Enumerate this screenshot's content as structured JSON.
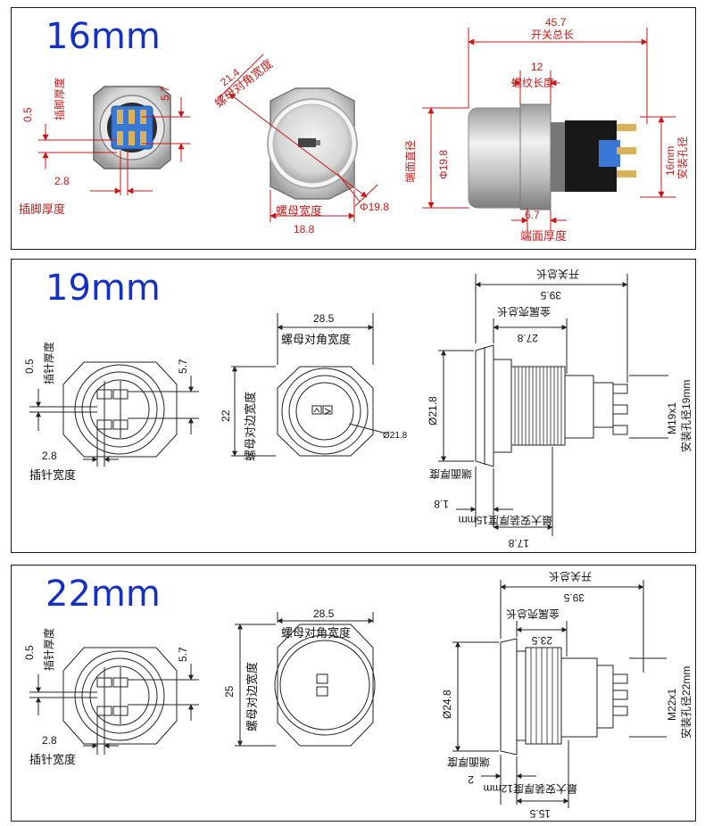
{
  "colors": {
    "title": "#1531c4",
    "dim_red": "#c81818",
    "dim_dark": "#222222",
    "terminal_blue": "#3a78d8",
    "gold": "#c49a3c"
  },
  "panels": {
    "p16": {
      "size_label": "16mm",
      "pin_thickness_value": "0.5",
      "pin_thickness_label": "插脚厚度",
      "pin_gap_value": "5.7",
      "pin_width_value": "2.8",
      "pin_width_label": "插脚厚度",
      "nut_diag_value": "21.4",
      "nut_diag_label": "螺母对角宽度",
      "nut_width_label": "螺母宽度",
      "nut_width_value": "18.8",
      "face_dia_value": "Φ19.8",
      "total_len_value": "45.7",
      "total_len_label": "开关总长",
      "thread_len_value": "12",
      "thread_len_label": "螺纹长度",
      "face_dia_label": "端面直径",
      "face_dia_side_value": "Φ19.8",
      "face_thick_value": "6.7",
      "face_thick_label": "端面厚度",
      "hole_value": "16mm",
      "hole_label": "安装孔径"
    },
    "p19": {
      "size_label": "19mm",
      "pin_thickness_value": "0.5",
      "pin_thickness_label": "插针厚度",
      "pin_gap_value": "5.7",
      "pin_width_value": "2.8",
      "pin_width_label": "插针宽度",
      "nut_diag_value": "28.5",
      "nut_diag_label": "螺母对角宽度",
      "nut_flat_value": "22",
      "nut_flat_label": "螺母对边宽度",
      "face_dia_value": "Ø21.8",
      "total_len_value": "39.5",
      "total_len_label": "开关总长",
      "body_len_value": "27.8",
      "body_len_label": "金属壳总长",
      "face_dia_side_value": "Ø21.8",
      "face_thick_label": "端面厚度",
      "face_thick_value": "1.8",
      "max_install_label": "最大安装厚度15mm",
      "max_install_value": "17.8",
      "thread_value": "M19x1",
      "hole_label": "安装孔径19mm"
    },
    "p22": {
      "size_label": "22mm",
      "pin_thickness_value": "0.5",
      "pin_thickness_label": "插针厚度",
      "pin_gap_value": "5.7",
      "pin_width_value": "2.8",
      "pin_width_label": "插针宽度",
      "nut_diag_value": "28.5",
      "nut_diag_label": "螺母对角宽度",
      "nut_flat_value": "25",
      "nut_flat_label": "螺母对边宽度",
      "total_len_value": "39.5",
      "total_len_label": "开关总长",
      "body_len_value": "23.5",
      "body_len_label": "金属壳总长",
      "face_dia_side_value": "Ø24.8",
      "face_thick_label": "端面厚度",
      "face_thick_value": "2",
      "max_install_label": "最大安装厚度12mm",
      "max_install_value": "15.5",
      "thread_value": "M22x1",
      "hole_label": "安装孔径22mm"
    }
  }
}
